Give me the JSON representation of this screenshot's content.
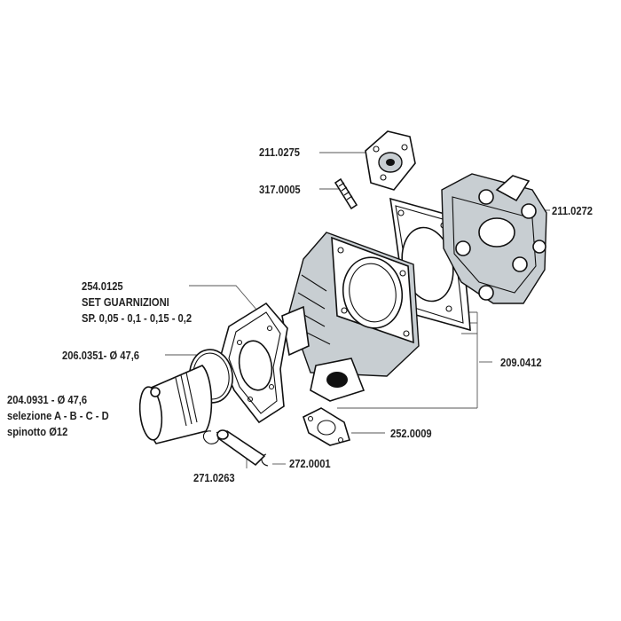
{
  "parts": {
    "head_insert": "211.0275",
    "stud": "317.0005",
    "head": "211.0272",
    "gasket_set_code": "254.0125",
    "gasket_set_name": "SET GUARNIZIONI",
    "gasket_set_thickness": "SP. 0,05 - 0,1 - 0,15 - 0,2",
    "piston_ring": "206.0351- Ø 47,6",
    "cylinder_kit": "209.0412",
    "piston_code": "204.0931 - Ø 47,6",
    "piston_selection": "selezione A - B - C - D",
    "piston_pin_size": "spinotto Ø12",
    "exhaust_gasket": "252.0009",
    "piston_pin": "271.0263",
    "circlip": "272.0001"
  }
}
